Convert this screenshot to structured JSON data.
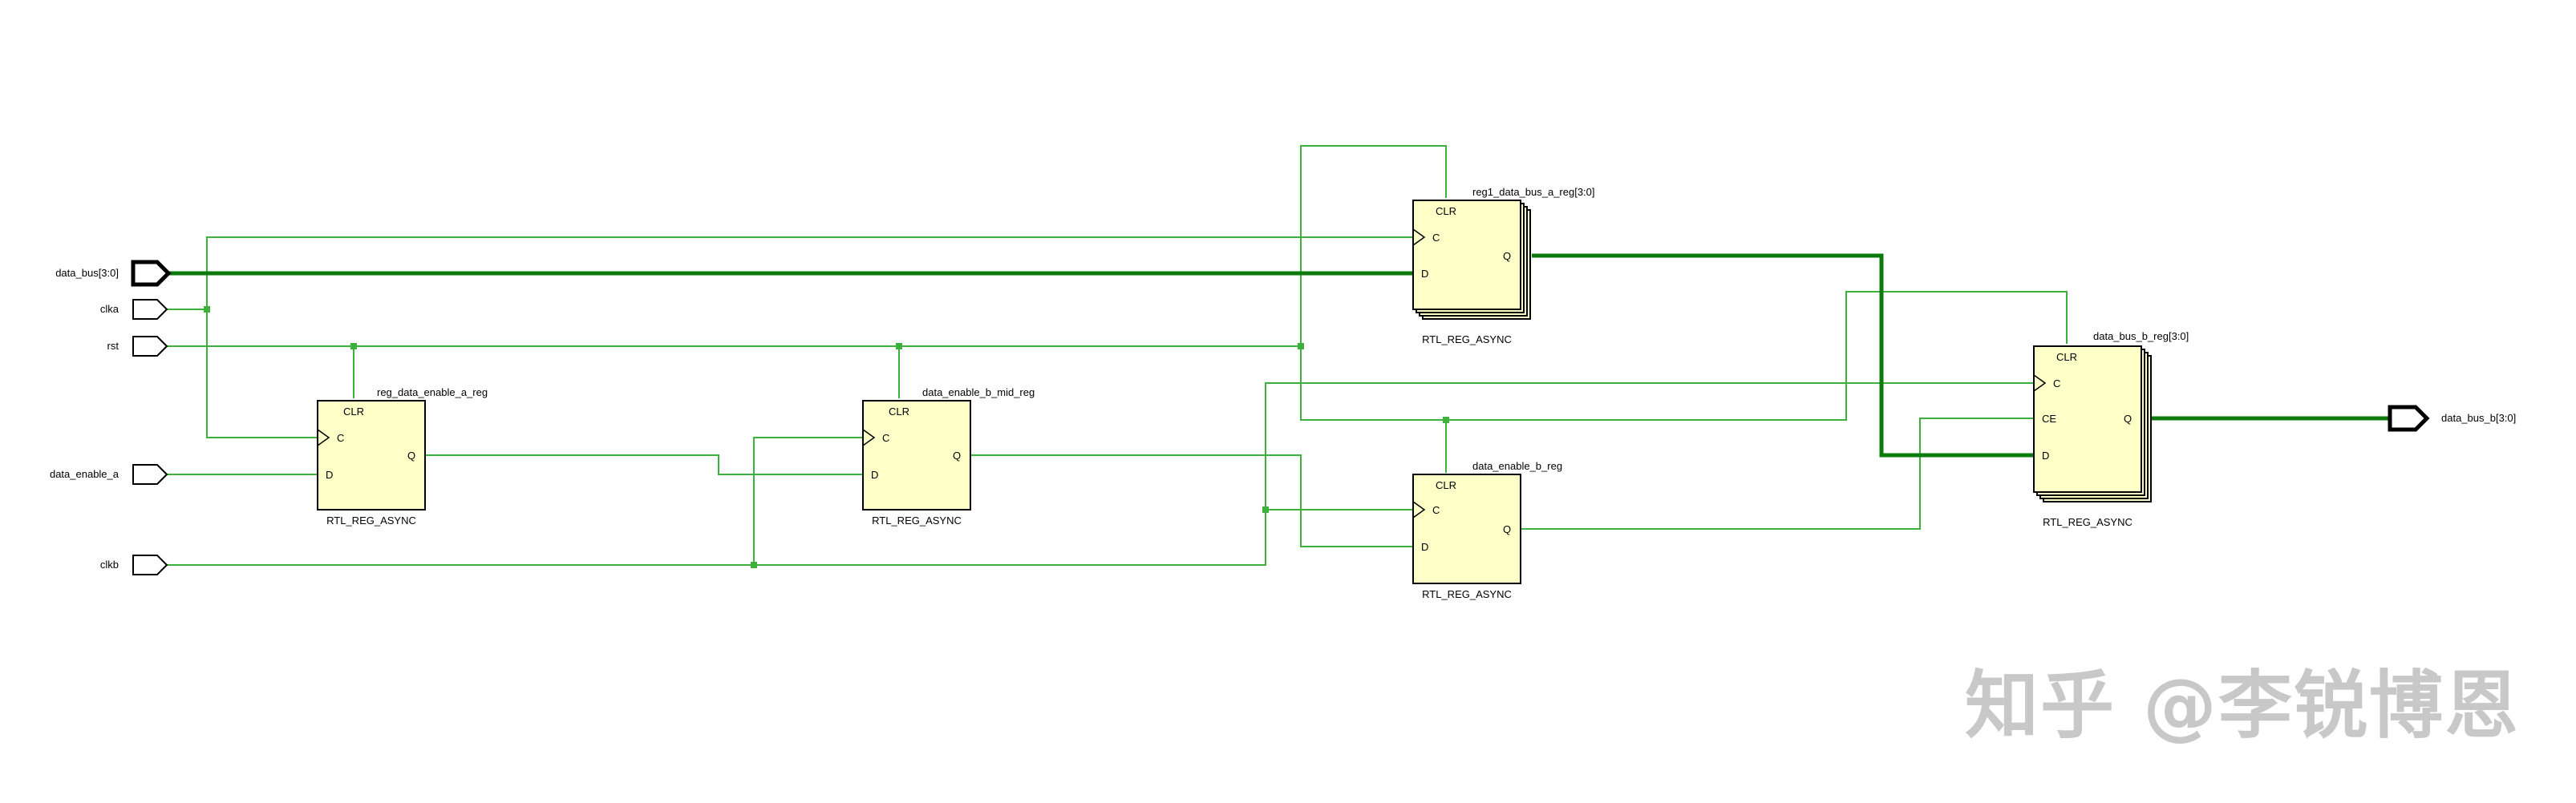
{
  "ports": {
    "data_bus": "data_bus[3:0]",
    "clka": "clka",
    "rst": "rst",
    "data_enable_a": "data_enable_a",
    "clkb": "clkb",
    "data_bus_b": "data_bus_b[3:0]"
  },
  "registers": {
    "reg_data_enable_a": {
      "name": "reg_data_enable_a_reg",
      "type": "RTL_REG_ASYNC",
      "pins": {
        "clr": "CLR",
        "c": "C",
        "d": "D",
        "q": "Q"
      }
    },
    "data_enable_b_mid": {
      "name": "data_enable_b_mid_reg",
      "type": "RTL_REG_ASYNC",
      "pins": {
        "clr": "CLR",
        "c": "C",
        "d": "D",
        "q": "Q"
      }
    },
    "reg1_data_bus_a": {
      "name": "reg1_data_bus_a_reg[3:0]",
      "type": "RTL_REG_ASYNC",
      "pins": {
        "clr": "CLR",
        "c": "C",
        "d": "D",
        "q": "Q"
      }
    },
    "data_enable_b": {
      "name": "data_enable_b_reg",
      "type": "RTL_REG_ASYNC",
      "pins": {
        "clr": "CLR",
        "c": "C",
        "d": "D",
        "q": "Q"
      }
    },
    "data_bus_b": {
      "name": "data_bus_b_reg[3:0]",
      "type": "RTL_REG_ASYNC",
      "pins": {
        "clr": "CLR",
        "c": "C",
        "ce": "CE",
        "d": "D",
        "q": "Q"
      }
    }
  },
  "watermark": "知乎 @李锐博恩",
  "colors": {
    "wire": "#3cb23c",
    "bus": "#0b7a0b",
    "block_fill": "#ffffc8",
    "block_stroke": "#000000"
  }
}
